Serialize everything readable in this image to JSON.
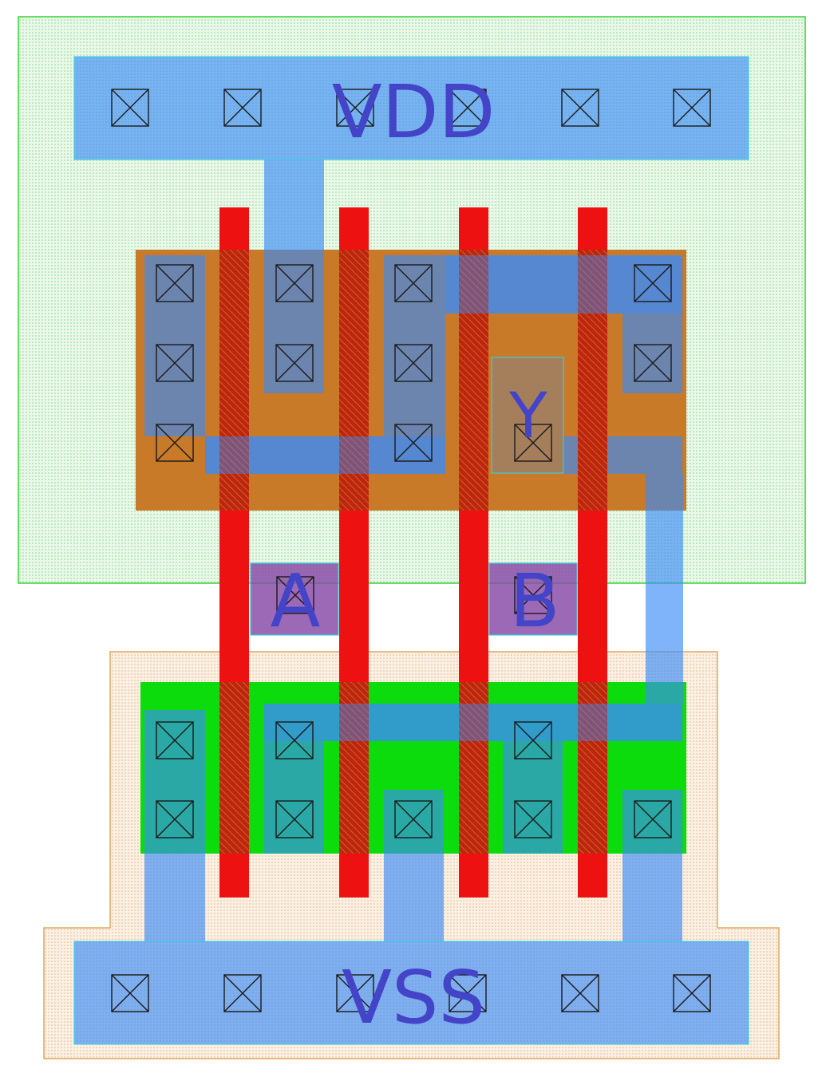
{
  "labels": {
    "vdd": "VDD",
    "vss": "VSS",
    "a": "A",
    "b": "B",
    "y": "Y"
  },
  "colors": {
    "nwell_stroke": "#33d633",
    "pwell_stroke": "#e0a860",
    "pdiff": "#c87a28",
    "ndiff": "#0cdc0c",
    "metal1": "#3a8cf8",
    "poly": "#ee1111",
    "contact_stroke": "#1a1a1a",
    "pin_fill": "#8a4fa8",
    "pin_stroke": "#2ed0e0",
    "label": "#4444c8"
  }
}
